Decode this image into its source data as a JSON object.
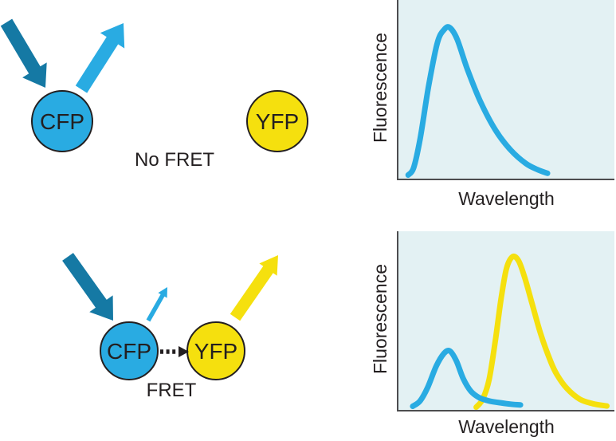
{
  "colors": {
    "cfp_cyan": "#29ABE2",
    "yfp_yellow": "#F5E00E",
    "excitation_teal": "#1579A4",
    "energy_transfer_black": "#231F20",
    "plot_background": "#E3F1F3",
    "axis_gray": "#4D4D4F",
    "text_black": "#231F20"
  },
  "panels": {
    "no_fret": {
      "caption": "No FRET",
      "cfp_label": "CFP",
      "yfp_label": "YFP"
    },
    "fret": {
      "caption": "FRET",
      "cfp_label": "CFP",
      "yfp_label": "YFP"
    }
  },
  "chart_data": [
    {
      "type": "line",
      "title": "",
      "xlabel": "Wavelength",
      "ylabel": "Fluorescence",
      "grid": false,
      "legend": "none",
      "background": "#E3F1F3",
      "x_axis": {
        "tick_labels": [],
        "range_norm": [
          0,
          1
        ]
      },
      "y_axis": {
        "tick_labels": [],
        "range_norm": [
          0,
          1
        ]
      },
      "series": [
        {
          "name": "CFP emission",
          "color": "#29ABE2",
          "peak_x_norm": 0.24,
          "peak_height_norm": 0.85,
          "points_norm": [
            [
              0.045,
              0.02
            ],
            [
              0.07,
              0.06
            ],
            [
              0.1,
              0.22
            ],
            [
              0.14,
              0.52
            ],
            [
              0.18,
              0.76
            ],
            [
              0.212,
              0.835
            ],
            [
              0.238,
              0.845
            ],
            [
              0.272,
              0.78
            ],
            [
              0.32,
              0.61
            ],
            [
              0.38,
              0.43
            ],
            [
              0.45,
              0.27
            ],
            [
              0.52,
              0.16
            ],
            [
              0.59,
              0.085
            ],
            [
              0.645,
              0.05
            ],
            [
              0.69,
              0.03
            ]
          ]
        }
      ]
    },
    {
      "type": "line",
      "title": "",
      "xlabel": "Wavelength",
      "ylabel": "Fluorescence",
      "grid": false,
      "legend": "none",
      "background": "#E3F1F3",
      "x_axis": {
        "tick_labels": [],
        "range_norm": [
          0,
          1
        ]
      },
      "y_axis": {
        "tick_labels": [],
        "range_norm": [
          0,
          1
        ]
      },
      "series": [
        {
          "name": "YFP emission (sensitized)",
          "color": "#F5E00E",
          "peak_x_norm": 0.53,
          "peak_height_norm": 0.86,
          "points_norm": [
            [
              0.36,
              0.015
            ],
            [
              0.39,
              0.06
            ],
            [
              0.42,
              0.17
            ],
            [
              0.45,
              0.4
            ],
            [
              0.475,
              0.62
            ],
            [
              0.5,
              0.79
            ],
            [
              0.528,
              0.857
            ],
            [
              0.556,
              0.835
            ],
            [
              0.585,
              0.74
            ],
            [
              0.62,
              0.59
            ],
            [
              0.66,
              0.42
            ],
            [
              0.705,
              0.27
            ],
            [
              0.735,
              0.195
            ],
            [
              0.78,
              0.12
            ],
            [
              0.84,
              0.06
            ],
            [
              0.9,
              0.035
            ],
            [
              0.965,
              0.022
            ]
          ]
        },
        {
          "name": "CFP emission (quenched)",
          "color": "#29ABE2",
          "peak_x_norm": 0.24,
          "peak_height_norm": 0.33,
          "points_norm": [
            [
              0.066,
              0.02
            ],
            [
              0.1,
              0.05
            ],
            [
              0.135,
              0.125
            ],
            [
              0.175,
              0.245
            ],
            [
              0.21,
              0.315
            ],
            [
              0.238,
              0.33
            ],
            [
              0.268,
              0.275
            ],
            [
              0.3,
              0.175
            ],
            [
              0.335,
              0.105
            ],
            [
              0.375,
              0.068
            ],
            [
              0.42,
              0.05
            ],
            [
              0.47,
              0.04
            ],
            [
              0.52,
              0.032
            ],
            [
              0.565,
              0.028
            ]
          ]
        }
      ]
    }
  ]
}
